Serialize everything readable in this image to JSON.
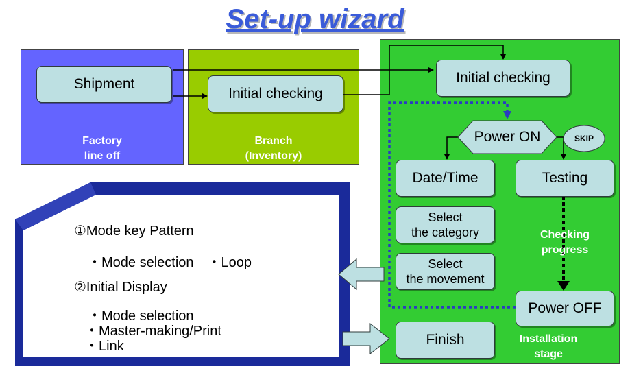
{
  "title": "Set-up wizard",
  "panels": {
    "factory": {
      "line1": "Factory",
      "line2": "line off"
    },
    "branch": {
      "line1": "Branch",
      "line2": "(Inventory)"
    },
    "installation": {
      "line1": "Installation",
      "line2": "stage"
    }
  },
  "nodes": {
    "shipment": "Shipment",
    "initial_checking_branch": "Initial checking",
    "initial_checking_install": "Initial checking",
    "power_on": "Power ON",
    "skip": "SKIP",
    "date_time": "Date/Time",
    "testing": "Testing",
    "select_category_1": "Select",
    "select_category_2": "the category",
    "select_movement_1": "Select",
    "select_movement_2": "the movement",
    "power_off": "Power OFF",
    "finish": "Finish"
  },
  "checking_progress": {
    "line1": "Checking",
    "line2": "progress"
  },
  "doc": {
    "item1": "①Mode key Pattern",
    "item1_sub": "・Mode selection　・Loop",
    "item2": "②Initial Display",
    "item2_sub1": "・Mode selection",
    "item2_sub2": "・Master-making/Print",
    "item2_sub3": "・Link"
  },
  "colors": {
    "title": "#3a5bd9",
    "factory_panel": "#6464ff",
    "branch_panel": "#99cc00",
    "installation_panel": "#33cc33",
    "node_fill": "#bde0e2",
    "doc_border": "#1a2a9a"
  }
}
